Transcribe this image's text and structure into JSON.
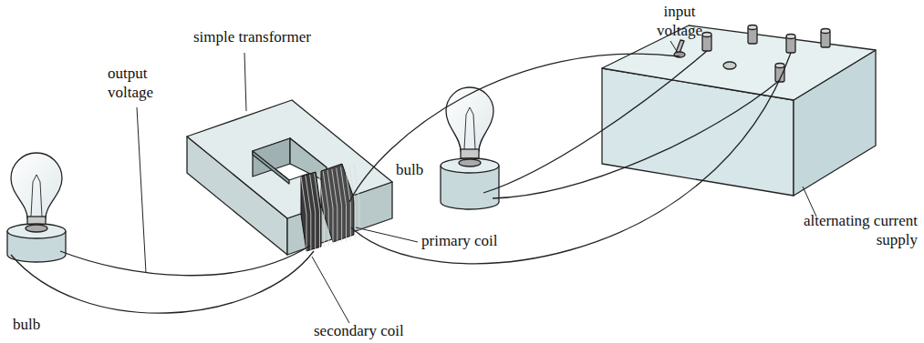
{
  "diagram": {
    "labels": [
      "simple transformer",
      "input voltage",
      "output voltage",
      "bulb",
      "alternating current supply",
      "primary coil",
      "bulb",
      "secondary coil"
    ]
  }
}
